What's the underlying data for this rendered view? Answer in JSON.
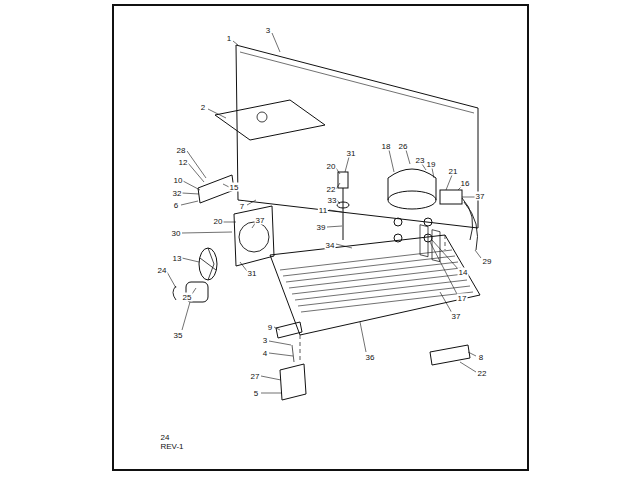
{
  "diagram": {
    "labels": [
      "1",
      "3",
      "7",
      "2",
      "28",
      "12",
      "10",
      "32",
      "15",
      "6",
      "37",
      "30",
      "20",
      "13",
      "24",
      "25",
      "31",
      "35",
      "31",
      "20",
      "22",
      "33",
      "11",
      "39",
      "34",
      "18",
      "26",
      "23",
      "19",
      "21",
      "16",
      "37",
      "29",
      "14",
      "17",
      "37",
      "36",
      "9",
      "3",
      "4",
      "27",
      "5",
      "8",
      "22",
      "24",
      "REV-1"
    ]
  }
}
